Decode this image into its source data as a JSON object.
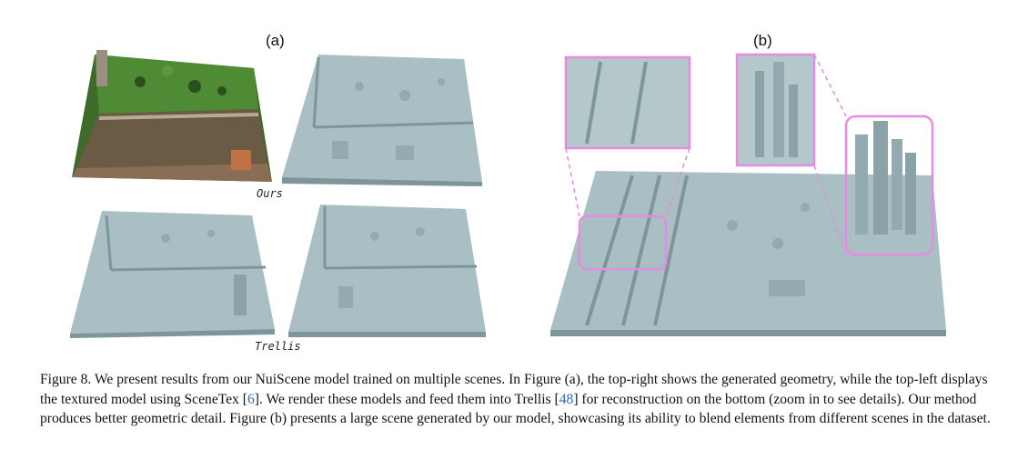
{
  "figure": {
    "label_a": "(a)",
    "label_b": "(b)",
    "label_ours": "Ours",
    "label_trellis": "Trellis",
    "caption": {
      "p1": "Figure 8. We present results from our NuiScene model trained on multiple scenes. In Figure (a), the top-right shows the generated geometry, while the top-left displays the textured model using SceneTex [",
      "cite1": "6",
      "p2": "]. We render these models and feed them into Trellis [",
      "cite2": "48",
      "p3": "] for reconstruction on the bottom (zoom in to see details). Our method produces better geometric detail. Figure (b) presents a large scene generated by our model, showcasing its ability to blend elements from different scenes in the dataset."
    },
    "colors": {
      "geometry": "#a9bfc3",
      "geometry_shade": "#7e969b",
      "texture_green": "#3e6b2a",
      "highlight_box": "#e58be0"
    }
  }
}
